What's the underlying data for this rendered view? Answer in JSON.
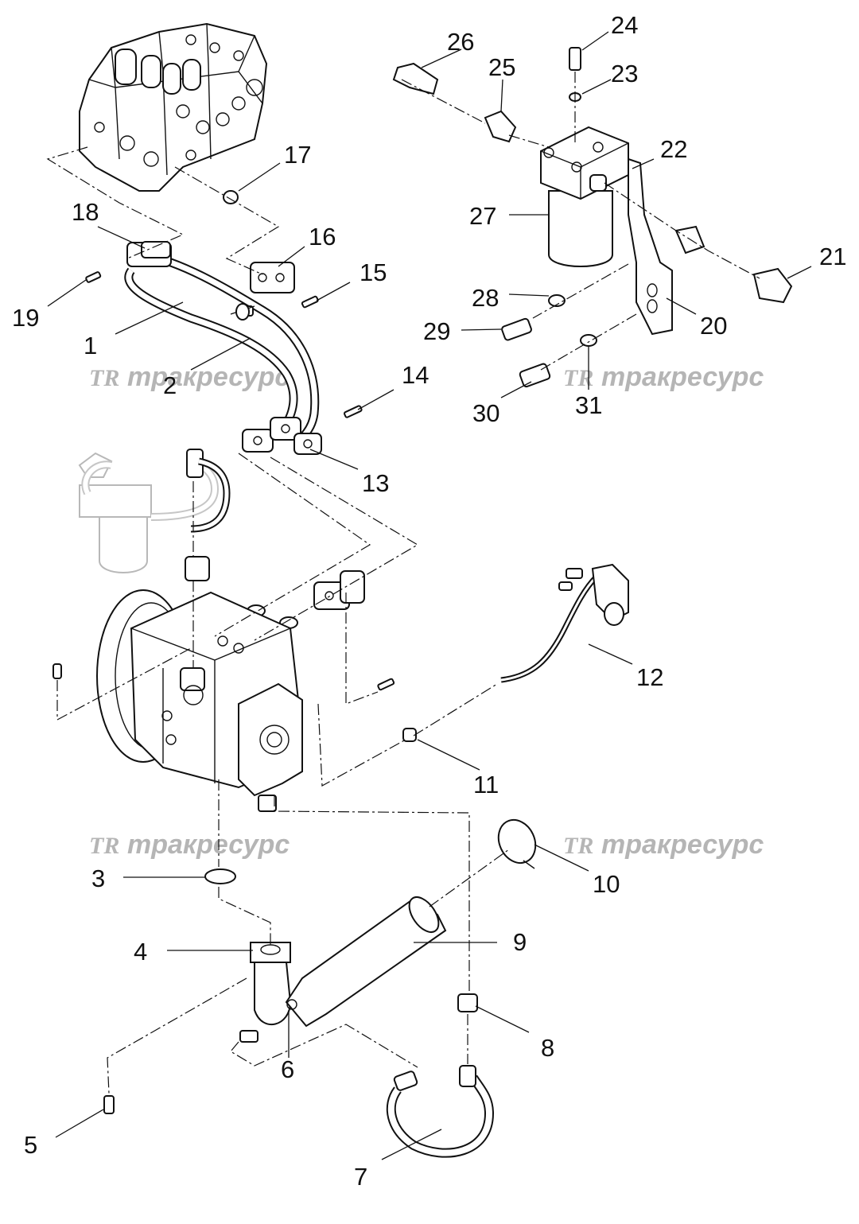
{
  "watermark": {
    "brand": "трakресурс",
    "text": "тракресурс",
    "logo": "TR",
    "color": "#b5b5b5"
  },
  "callouts": [
    "1",
    "2",
    "3",
    "4",
    "5",
    "6",
    "7",
    "8",
    "9",
    "10",
    "11",
    "12",
    "13",
    "14",
    "15",
    "16",
    "17",
    "18",
    "19",
    "20",
    "21",
    "22",
    "23",
    "24",
    "25",
    "26",
    "27",
    "28",
    "29",
    "30",
    "31"
  ],
  "colors": {
    "line": "#111111",
    "ghost": "#b8b8b8",
    "background": "#ffffff"
  }
}
